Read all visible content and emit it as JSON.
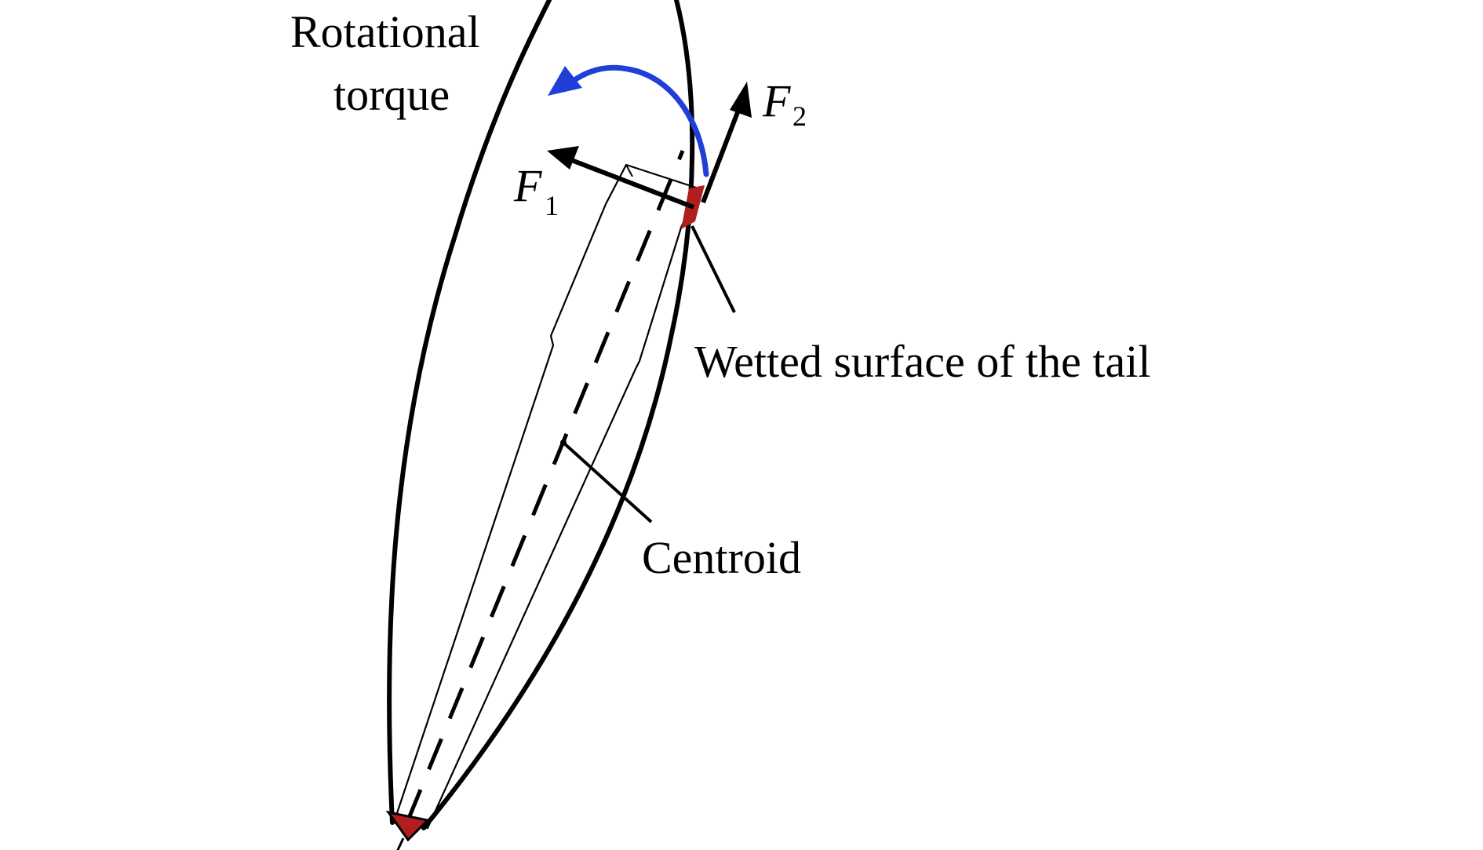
{
  "labels": {
    "rotational_line1": "Rotational",
    "rotational_line2": "torque",
    "f1_main": "F",
    "f1_sub": "1",
    "f2_main": "F",
    "f2_sub": "2",
    "wetted": "Wetted surface of the tail",
    "centroid": "Centroid"
  },
  "colors": {
    "outline": "#000000",
    "torque_arrow": "#1f3fd6",
    "wetted_patch": "#b01e1e",
    "background": "#ffffff"
  }
}
